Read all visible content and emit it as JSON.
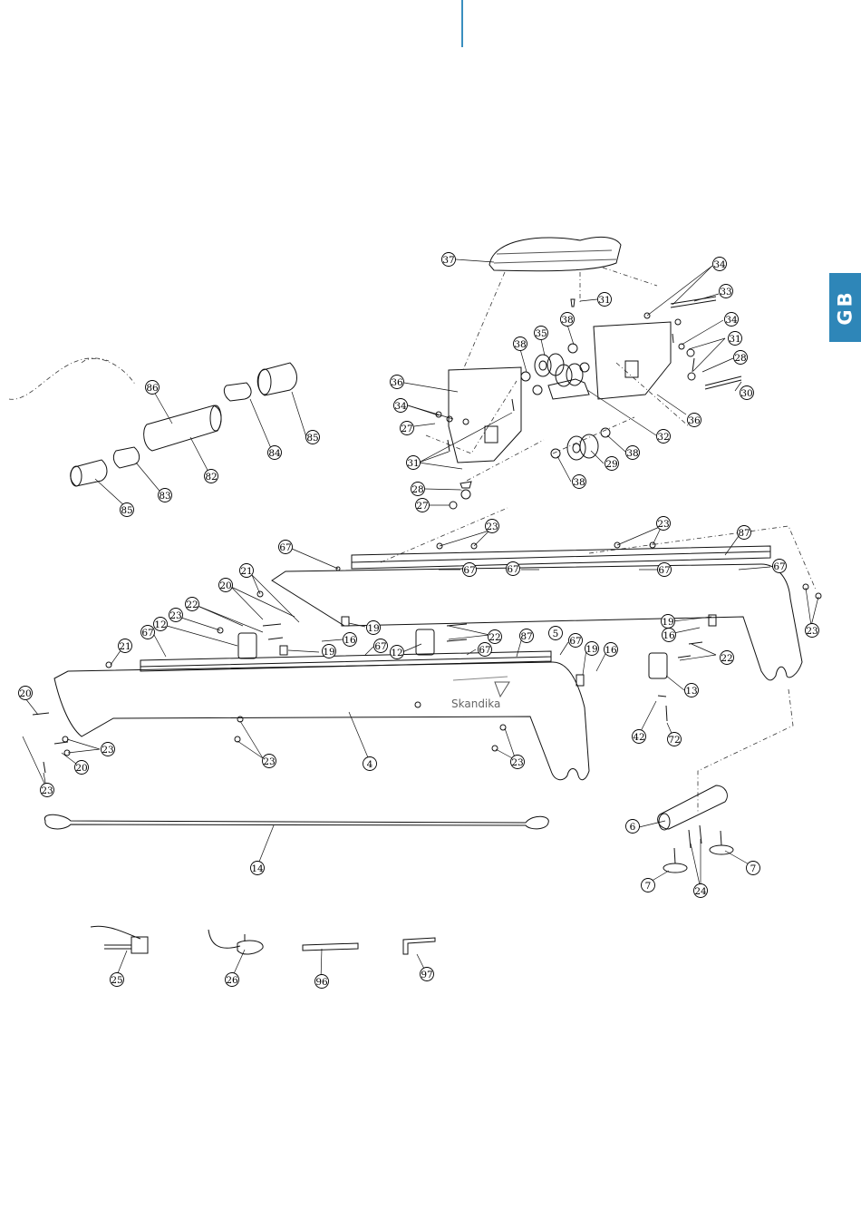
{
  "lang_tab": "GB",
  "brand": "Skandika",
  "labels": {
    "l37": "37",
    "l34a": "34",
    "l31a": "31",
    "l33": "33",
    "l38a": "38",
    "l35": "35",
    "l38b": "38",
    "l34b": "34",
    "l31b": "31",
    "l28a": "28",
    "l36a": "36",
    "l30": "30",
    "l36b": "36",
    "l34c": "34",
    "l27a": "27",
    "l32": "32",
    "l38c": "38",
    "l31c": "31",
    "l29": "29",
    "l38d": "38",
    "l28b": "28",
    "l27b": "27",
    "l86": "86",
    "l85a": "85",
    "l84": "84",
    "l82": "82",
    "l83": "83",
    "l85b": "85",
    "l23a": "23",
    "l23b": "23",
    "l87a": "87",
    "l67a": "67",
    "l67b": "67",
    "l67c": "67",
    "l67d": "67",
    "l67e": "67",
    "l21a": "21",
    "l20a": "20",
    "l22a": "22",
    "l23c": "23",
    "l12a": "12",
    "l67f": "67",
    "l19a": "19",
    "l16a": "16",
    "l19b": "19",
    "l5": "5",
    "l22b": "22",
    "l67g": "67",
    "l12b": "12",
    "l67h": "67",
    "l87b": "87",
    "l67i": "67",
    "l19c": "19",
    "l16b": "16",
    "l19d": "19",
    "l16c": "16",
    "l22c": "22",
    "l23d": "23",
    "l13": "13",
    "l21b": "21",
    "l20b": "20",
    "l23e": "23",
    "l20c": "20",
    "l23f": "23",
    "l23g": "23",
    "l4": "4",
    "l23h": "23",
    "l42": "42",
    "l72": "72",
    "l6": "6",
    "l14": "14",
    "l7a": "7",
    "l7b": "7",
    "l24": "24",
    "l25": "25",
    "l26": "26",
    "l96": "96",
    "l97": "97"
  }
}
